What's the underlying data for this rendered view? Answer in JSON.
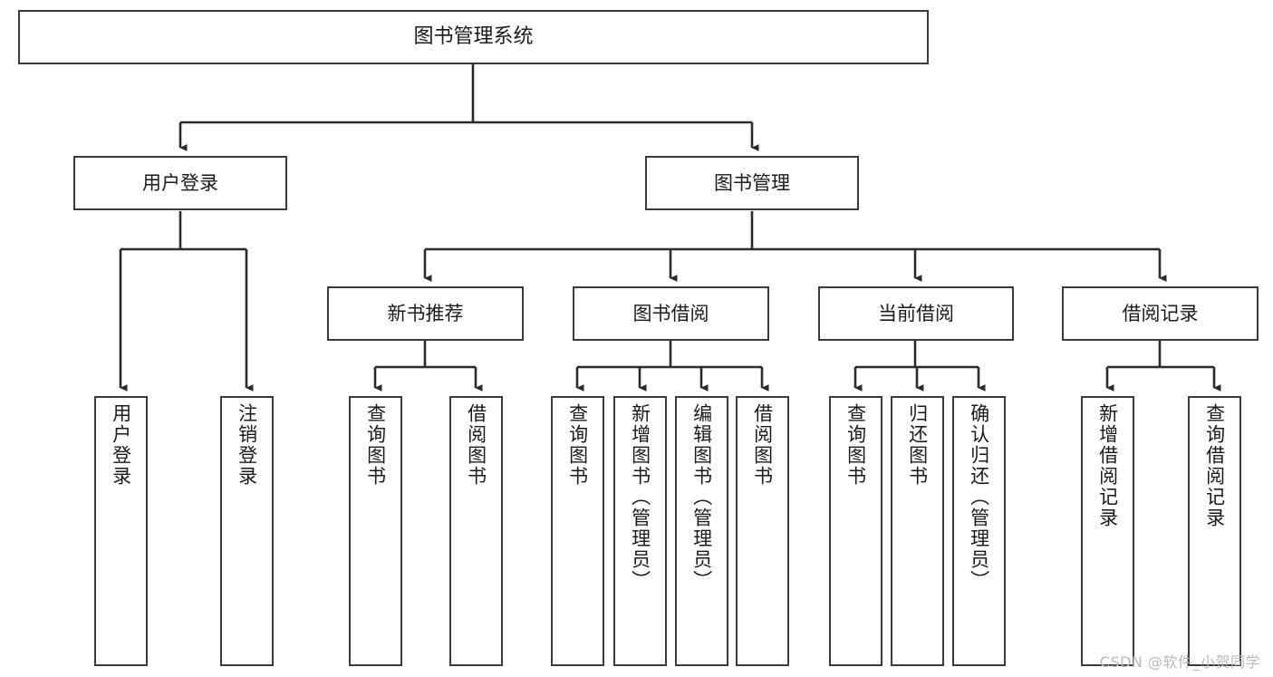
{
  "diagram": {
    "title": "图书管理系统",
    "type": "tree-hierarchy-diagram",
    "colors": {
      "box_border": "#3a3a3a",
      "box_fill": "#ffffff",
      "connector": "#2b2b2b",
      "background": "#ffffff",
      "watermark": "#b9b9b9"
    },
    "root": {
      "label": "图书管理系统"
    },
    "level1": [
      {
        "label": "用户登录"
      },
      {
        "label": "图书管理"
      }
    ],
    "level2": [
      {
        "label": "新书推荐"
      },
      {
        "label": "图书借阅"
      },
      {
        "label": "当前借阅"
      },
      {
        "label": "借阅记录"
      }
    ],
    "leaves": {
      "user_login": [
        {
          "label": "用户登录"
        },
        {
          "label": "注销登录"
        }
      ],
      "new_book_recommend": [
        {
          "label": "查询图书"
        },
        {
          "label": "借阅图书"
        }
      ],
      "book_borrow": [
        {
          "label": "查询图书"
        },
        {
          "label": "新增图书（管理员）"
        },
        {
          "label": "编辑图书（管理员）"
        },
        {
          "label": "借阅图书"
        }
      ],
      "current_borrow": [
        {
          "label": "查询图书"
        },
        {
          "label": "归还图书"
        },
        {
          "label": "确认归还（管理员）"
        }
      ],
      "borrow_record": [
        {
          "label": "新增借阅记录"
        },
        {
          "label": "查询借阅记录"
        }
      ]
    },
    "watermark": "CSDN @软件_小贺同学"
  }
}
